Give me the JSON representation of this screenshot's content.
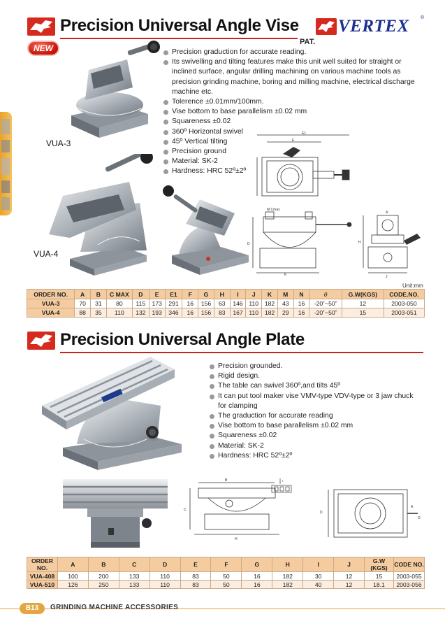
{
  "section1": {
    "title": "Precision Universal Angle Vise",
    "brand": "VERTEX",
    "pat": "PAT.",
    "new_badge": "NEW",
    "features": [
      "Precision graduction for accurate reading.",
      "Its swivelling and tilting features make this unit well suited for straight or inclined surface, angular drilling machining on various machine tools as precision grinding machine, boring and milling machine, electrical discharge machine etc.",
      "Tolerence ±0.01mm/100mm.",
      "Vise bottom to base parallelism ±0.02 mm",
      "Squareness ±0.02",
      "360º Horizontal swivel",
      "45º Vertical tilting",
      "Precision ground",
      "Material: SK-2",
      "Hardness: HRC 52º±2º"
    ],
    "models": [
      "VUA-3",
      "VUA-4"
    ],
    "unit": "Unit:mm",
    "table": {
      "headers": [
        "ORDER NO.",
        "A",
        "B",
        "C MAX",
        "D",
        "E",
        "E1",
        "F",
        "G",
        "H",
        "I",
        "J",
        "K",
        "M",
        "N",
        "θ",
        "G.W(KGS)",
        "CODE.NO."
      ],
      "rows": [
        [
          "VUA-3",
          "70",
          "31",
          "80",
          "115",
          "173",
          "291",
          "16",
          "156",
          "63",
          "146",
          "110",
          "182",
          "43",
          "16",
          "-20˚~50˚",
          "12",
          "2003-050"
        ],
        [
          "VUA-4",
          "88",
          "35",
          "110",
          "132",
          "193",
          "346",
          "16",
          "156",
          "83",
          "167",
          "110",
          "182",
          "29",
          "16",
          "-20˚~50˚",
          "15",
          "2003-051"
        ]
      ]
    }
  },
  "section2": {
    "title": "Precision Universal Angle Plate",
    "features": [
      "Precision grounded.",
      "Rigid design.",
      "The table can swivel 360º,and tilts 45º",
      "It can put tool maker vise VMV-type VDV-type or 3 jaw chuck for clamping",
      "The graduction for accurate reading",
      "Vise bottom to base parallelism ±0.02 mm",
      "Squareness ±0.02",
      "Material: SK-2",
      "Hardness: HRC 52º±2º"
    ],
    "table": {
      "headers": [
        "ORDER NO.",
        "A",
        "B",
        "C",
        "D",
        "E",
        "F",
        "G",
        "H",
        "I",
        "J",
        "G.W (KGS)",
        "CODE NO."
      ],
      "rows": [
        [
          "VUA-408",
          "100",
          "200",
          "133",
          "110",
          "83",
          "50",
          "16",
          "182",
          "30",
          "12",
          "15",
          "2003-055"
        ],
        [
          "VUA-510",
          "126",
          "250",
          "133",
          "110",
          "83",
          "50",
          "16",
          "182",
          "40",
          "12",
          "18.1",
          "2003-056"
        ]
      ]
    }
  },
  "footer": {
    "page": "B13",
    "text": "GRINDING MACHINE ACCESSORIES"
  },
  "icons": [
    "eagle-logo-icon",
    "bullet-icon"
  ],
  "colors": {
    "accent_red": "#c82418",
    "brand_blue": "#1d2f8f",
    "table_header": "#f5cca0",
    "footer_orange": "#e3a640"
  }
}
